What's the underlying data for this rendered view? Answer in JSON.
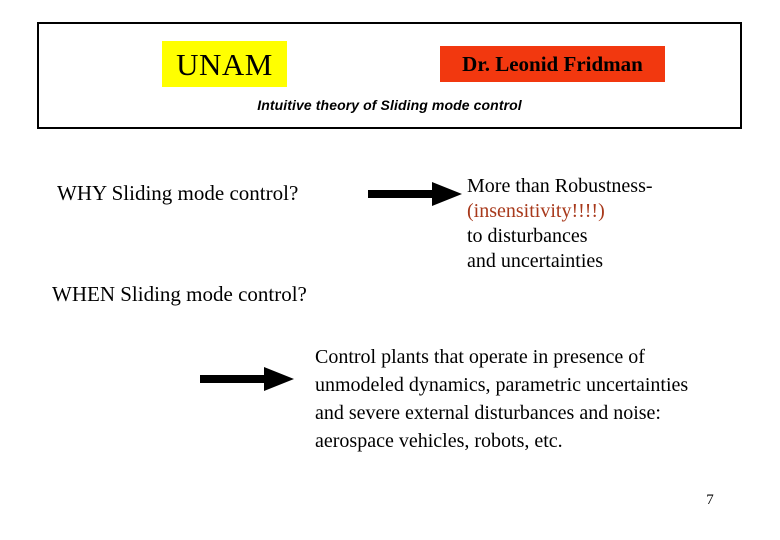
{
  "slide": {
    "page_number": "7",
    "background_color": "#ffffff"
  },
  "header": {
    "unam_badge": {
      "label": "UNAM",
      "background_color": "#ffff00",
      "text_color": "#000000"
    },
    "presenter_badge": {
      "label": "Dr. Leonid Fridman",
      "background_color": "#f2380f",
      "text_color": "#000000"
    },
    "subtitle": "Intuitive theory of Sliding mode control"
  },
  "content": {
    "question_why": "WHY Sliding mode control?",
    "question_when": "WHEN Sliding mode control?",
    "arrow_top": "right-arrow-icon",
    "arrow_bottom": "right-arrow-icon",
    "answer_lines": [
      {
        "text": "More than Robustness-",
        "color": "#000000"
      },
      {
        "text": "(insensitivity!!!!)",
        "color": "#a8391b"
      },
      {
        "text": "to disturbances",
        "color": "#000000"
      },
      {
        "text": "and uncertainties",
        "color": "#000000"
      }
    ],
    "detail_lines": [
      "Control plants that operate in presence of",
      "unmodeled dynamics, parametric uncertainties",
      "and severe external disturbances and noise:",
      "aerospace vehicles, robots, etc."
    ]
  }
}
